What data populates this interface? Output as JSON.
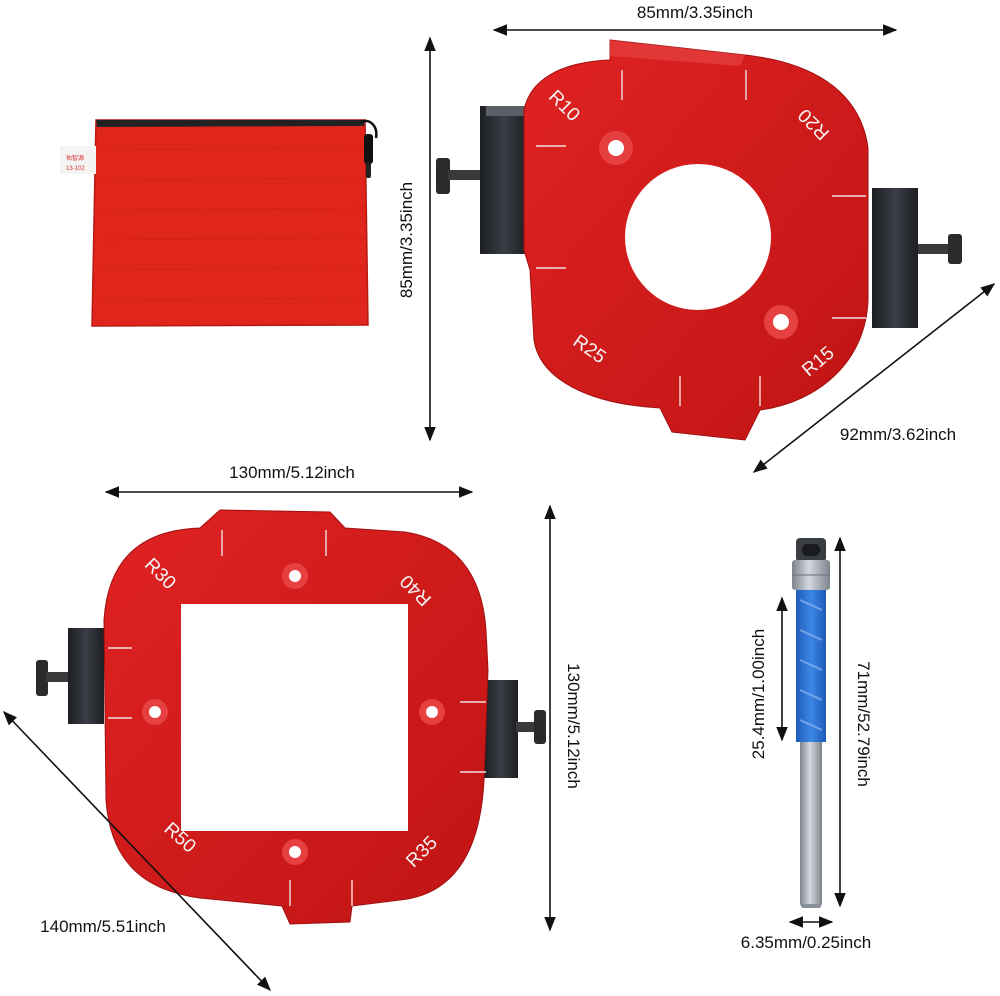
{
  "dimensions": {
    "small_template_width": "85mm/3.35inch",
    "small_template_height": "85mm/3.35inch",
    "small_template_diagonal": "92mm/3.62inch",
    "large_template_width": "130mm/5.12inch",
    "large_template_height": "130mm/5.12inch",
    "large_template_diagonal": "140mm/5.51inch",
    "bit_cutting_length": "25.4mm/1.00inch",
    "bit_total_length": "71mm/52.79inch",
    "bit_shank_diameter": "6.35mm/0.25inch"
  },
  "small_template_radii": [
    "R10",
    "R20",
    "R25",
    "R15"
  ],
  "large_template_radii": [
    "R30",
    "R40",
    "R50",
    "R35"
  ],
  "bag_label": {
    "line1": "佑智源",
    "line2": "13-102"
  },
  "colors": {
    "template_red": "#d01818",
    "bag_red": "#e0261c",
    "clamp_black": "#2a2d33",
    "bit_blue": "#2a6fd0",
    "bit_steel": "#9aa0a8",
    "background": "#ffffff"
  }
}
